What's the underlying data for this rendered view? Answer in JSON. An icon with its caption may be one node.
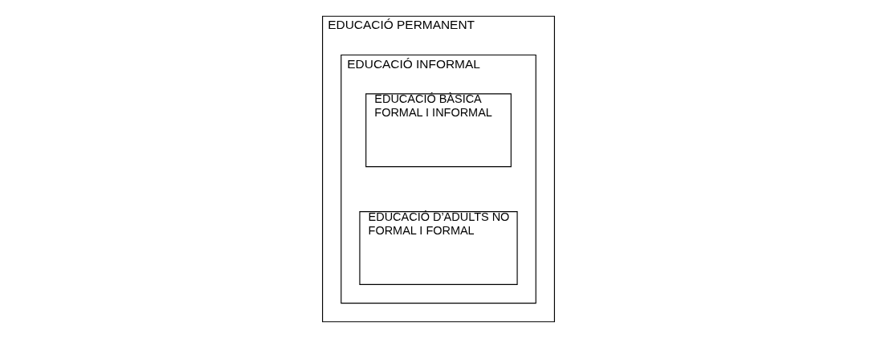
{
  "diagram": {
    "nodes": [
      {
        "text": [
          "EDUCACIÓ PERMANENT"
        ]
      },
      {
        "text": [
          "EDUCACIÓ INFORMAL"
        ],
        "in": 0
      },
      {
        "text": [
          "EDUCACIÓ BÀSICA FORMAL I INFORMAL"
        ],
        "in": 1
      },
      {
        "text": [
          "EDUCACIÓ D’ADULTS NO FORMAL I FORMAL"
        ],
        "in": 1
      }
    ]
  }
}
